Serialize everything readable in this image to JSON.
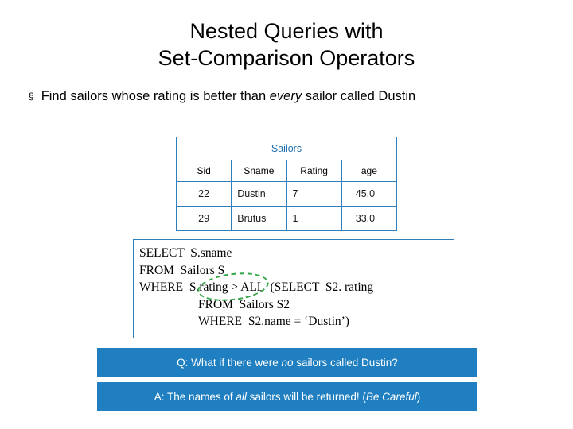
{
  "slide": {
    "title_line1": "Nested Queries with",
    "title_line2": "Set-Comparison Operators",
    "bullet": {
      "marker": "§",
      "text_before": "Find sailors whose rating is better than ",
      "emphasis": "every",
      "text_after": " sailor called Dustin"
    },
    "table": {
      "caption": "Sailors",
      "columns": [
        "Sid",
        "Sname",
        "Rating",
        "age"
      ],
      "rows": [
        [
          "22",
          "Dustin",
          "7",
          "45.0"
        ],
        [
          "29",
          "Brutus",
          "1",
          "33.0"
        ]
      ]
    },
    "sql": {
      "line1": "SELECT  S.sname",
      "line2": "FROM  Sailors S",
      "line3": "WHERE  S.rating > ALL  (SELECT  S2. rating",
      "line4": "FROM  Sailors S2",
      "line5": "WHERE  S2.name = ‘Dustin’)"
    },
    "annotation": {
      "shape": "ellipse-highlight",
      "color": "#37a84a"
    },
    "callouts": {
      "question_before": "Q: What if there were ",
      "question_em": "no",
      "question_after": " sailors called Dustin?",
      "answer_before": "A: The names of ",
      "answer_em1": "all",
      "answer_mid": " sailors will be returned! (",
      "answer_em2": "Be Careful",
      "answer_after": ")"
    },
    "colors": {
      "accent": "#1f7fc0",
      "border": "#2f7fba",
      "annotation": "#37a84a"
    }
  }
}
